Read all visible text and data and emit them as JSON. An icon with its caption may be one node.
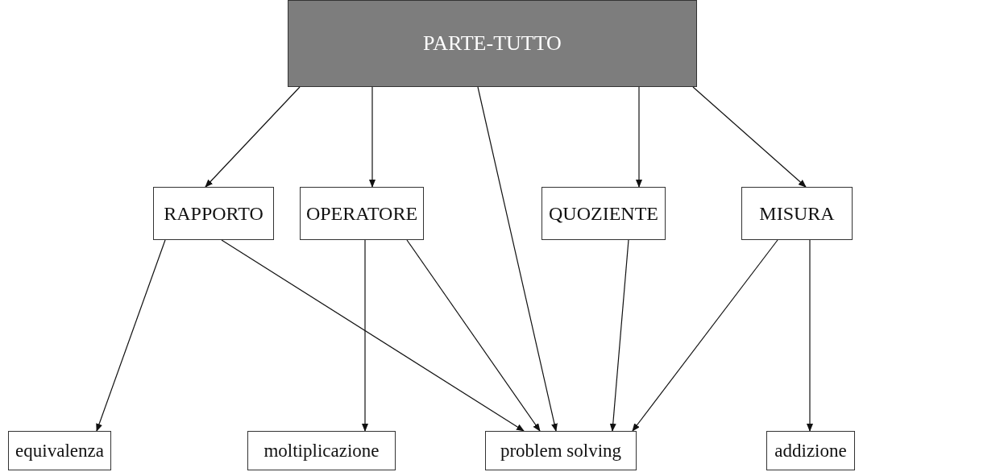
{
  "diagram": {
    "nodes": [
      {
        "text": [
          "PARTE-TUTTO"
        ]
      },
      {
        "text": [
          "RAPPORTO"
        ]
      },
      {
        "text": [
          "OPERATORE"
        ]
      },
      {
        "text": [
          "QUOZIENTE"
        ]
      },
      {
        "text": [
          "MISURA"
        ]
      },
      {
        "text": [
          "equivalenza"
        ]
      },
      {
        "text": [
          "moltiplicazione"
        ]
      },
      {
        "text": [
          "problem solving"
        ]
      },
      {
        "text": [
          "addizione"
        ]
      }
    ],
    "edges": [
      {
        "from": 0,
        "to": 1,
        "arrow": "to"
      },
      {
        "from": 0,
        "to": 2,
        "arrow": "to"
      },
      {
        "from": 0,
        "to": 7,
        "arrow": "to"
      },
      {
        "from": 0,
        "to": 3,
        "arrow": "to"
      },
      {
        "from": 0,
        "to": 4,
        "arrow": "to"
      },
      {
        "from": 1,
        "to": 5,
        "arrow": "to"
      },
      {
        "from": 1,
        "to": 7,
        "arrow": "to"
      },
      {
        "from": 2,
        "to": 6,
        "arrow": "to"
      },
      {
        "from": 2,
        "to": 7,
        "arrow": "to"
      },
      {
        "from": 3,
        "to": 7,
        "arrow": "to"
      },
      {
        "from": 4,
        "to": 7,
        "arrow": "to"
      },
      {
        "from": 4,
        "to": 8,
        "arrow": "to"
      }
    ]
  }
}
